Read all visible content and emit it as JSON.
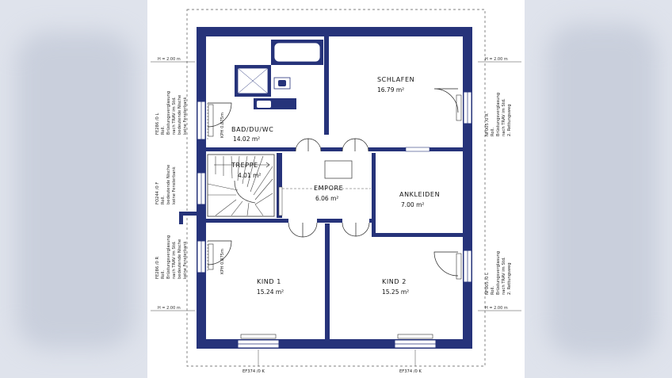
{
  "rooms": {
    "bad": {
      "name": "BAD/DU/WC",
      "area": "14.02 m²"
    },
    "schlafen": {
      "name": "SCHLAFEN",
      "area": "16.79 m²"
    },
    "treppe": {
      "name": "TREPPE",
      "area": "4.01 m²"
    },
    "empore": {
      "name": "EMPORE",
      "area": "6.06 m²"
    },
    "ankleiden": {
      "name": "ANKLEIDEN",
      "area": "7.00 m²"
    },
    "kind1": {
      "name": "KIND 1",
      "area": "15.24 m²"
    },
    "kind2": {
      "name": "KIND 2",
      "area": "15.25 m²"
    }
  },
  "dimensions": {
    "top_left": "H = 2.00 m",
    "top_right": "H = 2.00 m",
    "bottom_left": "H = 2.00 m",
    "bottom_right": "H = 2.00 m"
  },
  "windows": {
    "left_upper": {
      "code": "FE286 /0 L",
      "note": [
        "Roll.",
        "Brüstungsverglasung",
        "nach TRAV im Std.",
        "bedeutende Nische",
        "keine Fensterbank"
      ]
    },
    "left_middle": {
      "code": "FO244 /0 F",
      "note": [
        "Roll.",
        "bedeutende Nische",
        "keine Fensterbank"
      ]
    },
    "left_lower": {
      "code": "FE286 /0 R",
      "note": [
        "Roll.",
        "Brüstungsverglasung",
        "nach TRAV im Std.",
        "bedeutende Nische",
        "keine Fensterbank"
      ]
    },
    "right_upper": {
      "code": "NF005 /0 R",
      "note": [
        "Roll.",
        "Brüstungsverglasung",
        "nach TRAV im Std.",
        "2. Rettungsweg"
      ]
    },
    "right_lower": {
      "code": "NF005 /0 L",
      "note": [
        "Roll.",
        "Brüstungsverglasung",
        "nach TRAV im Std.",
        "2. Rettungsweg"
      ]
    },
    "bottom_left": {
      "code": "EF374 /0 K"
    },
    "bottom_right": {
      "code": "EF374 /0 K"
    }
  },
  "door_labels": {
    "bad": "KPH 0.875m",
    "kind1": "KPH 0.875m"
  },
  "colors": {
    "wall": "#26337a",
    "background": "#dfe3ec",
    "sheet": "#ffffff"
  }
}
